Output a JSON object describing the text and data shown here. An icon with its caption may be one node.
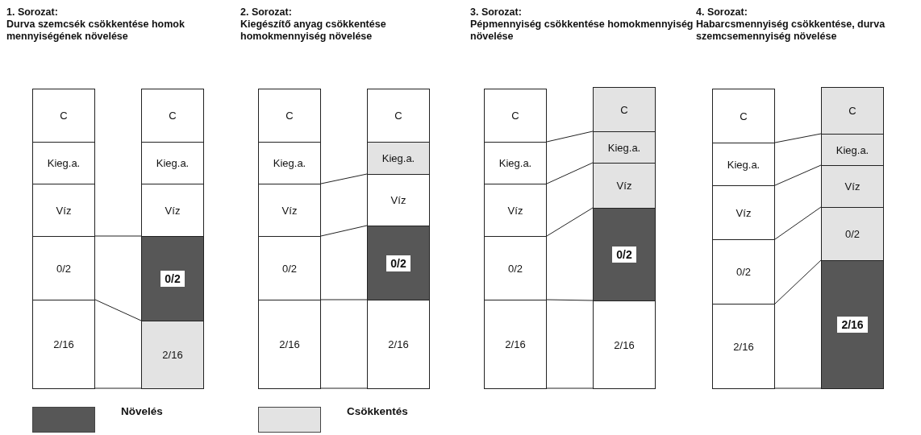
{
  "diagram": {
    "nodes": [
      {
        "text": [
          "C"
        ]
      },
      {
        "text": [
          "Kieg.a."
        ]
      },
      {
        "text": [
          "Víz"
        ]
      },
      {
        "text": [
          "0/2"
        ]
      },
      {
        "text": [
          "2/16"
        ]
      },
      {
        "text": [
          "C"
        ]
      },
      {
        "text": [
          "Kieg.a."
        ]
      },
      {
        "text": [
          "Víz"
        ]
      },
      {
        "text": [
          "0/2"
        ]
      },
      {
        "text": [
          "2/16"
        ]
      },
      {
        "text": [
          "C"
        ]
      },
      {
        "text": [
          "Kieg.a."
        ]
      },
      {
        "text": [
          "Víz"
        ]
      },
      {
        "text": [
          "0/2"
        ]
      },
      {
        "text": [
          "2/16"
        ]
      },
      {
        "text": [
          "C"
        ]
      },
      {
        "text": [
          "Kieg.a."
        ]
      },
      {
        "text": [
          "Víz"
        ]
      },
      {
        "text": [
          "0/2"
        ]
      },
      {
        "text": [
          "2/16"
        ]
      },
      {
        "text": [
          "C"
        ]
      },
      {
        "text": [
          "Kieg.a."
        ]
      },
      {
        "text": [
          "Víz"
        ]
      },
      {
        "text": [
          "0/2"
        ]
      },
      {
        "text": [
          "2/16"
        ]
      },
      {
        "text": [
          "C"
        ]
      },
      {
        "text": [
          "Kieg.a."
        ]
      },
      {
        "text": [
          "Víz"
        ]
      },
      {
        "text": [
          "0/2"
        ]
      },
      {
        "text": [
          "2/16"
        ]
      },
      {
        "text": [
          "C"
        ]
      },
      {
        "text": [
          "Kieg.a."
        ]
      },
      {
        "text": [
          "Víz"
        ]
      },
      {
        "text": [
          "0/2"
        ]
      },
      {
        "text": [
          "2/16"
        ]
      },
      {
        "text": [
          "C"
        ]
      },
      {
        "text": [
          "Kieg.a."
        ]
      },
      {
        "text": [
          "Víz"
        ]
      },
      {
        "text": [
          "0/2"
        ]
      },
      {
        "text": [
          "2/16"
        ]
      }
    ],
    "labels": [
      "1. Sorozat:",
      "Durva szemcsék csökkentése homok mennyiségének növelése",
      "2. Sorozat:",
      "Kiegészítő anyag csökkentése homokmennyiség növelése",
      "3. Sorozat:",
      "Pépmennyiség csökkentése homokmennyiség növelése",
      "4. Sorozat:",
      "Habarcsmennyiség csökkentése, durva szemcsemennyiség növelése"
    ],
    "legend": [
      {
        "text": "Növelés",
        "color": "#575757"
      },
      {
        "text": "Csökkentés",
        "color": "#e3e3e3"
      }
    ]
  }
}
